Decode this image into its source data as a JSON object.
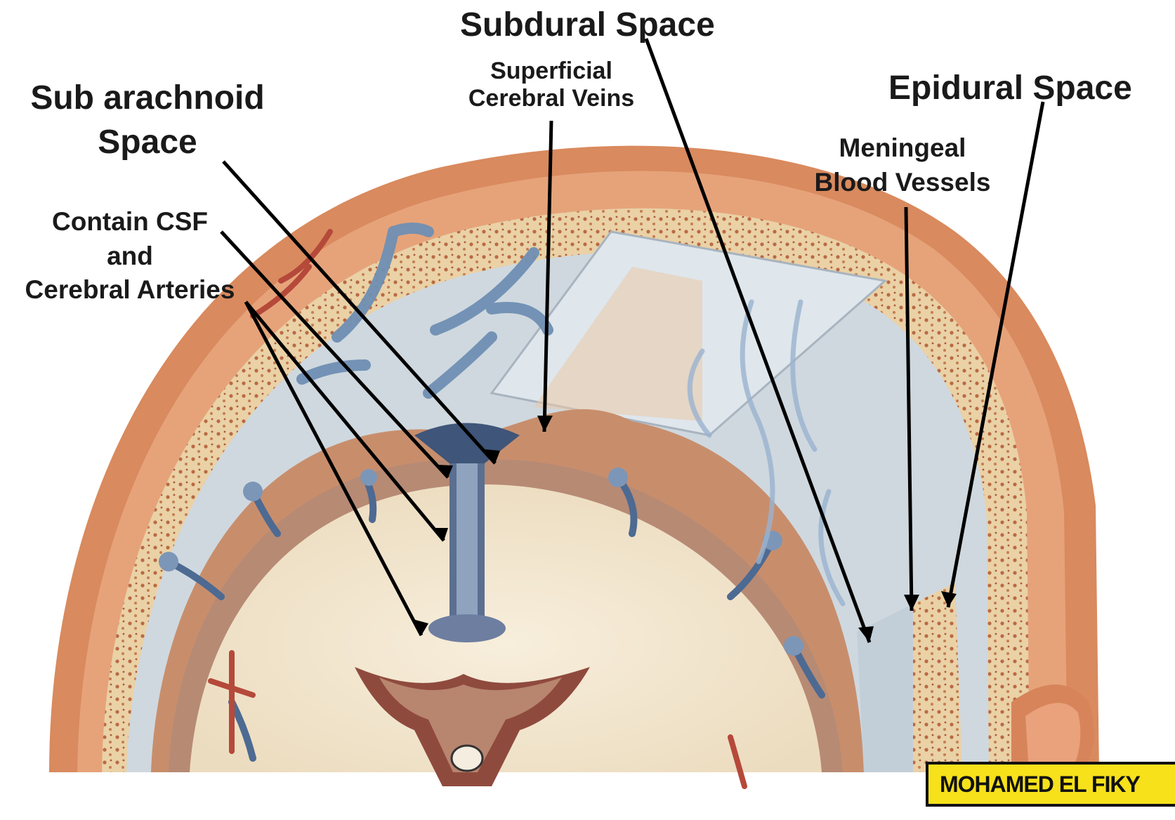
{
  "labels": {
    "subdural_space": "Subdural Space",
    "superficial_cerebral_veins_line1": "Superficial",
    "superficial_cerebral_veins_line2": "Cerebral Veins",
    "epidural_space": "Epidural Space",
    "subarachnoid_space_line1": "Sub arachnoid",
    "subarachnoid_space_line2": "Space",
    "meningeal_blood_vessels_line1": "Meningeal",
    "meningeal_blood_vessels_line2": "Blood Vessels",
    "contain_csf_line1": "Contain CSF",
    "contain_csf_line2": "and",
    "contain_csf_line3": "Cerebral Arteries"
  },
  "credit": {
    "text": "MOHAMED EL FIKY"
  },
  "colors": {
    "skin": "#d98a5e",
    "bone": "#e8c79a",
    "dura": "#c9d3dc",
    "brain_white": "#f4e8d2",
    "gray_matter": "#c98a66",
    "vein_blue": "#6f8fb3",
    "artery_red": "#b5493a",
    "label_text": "#1a1a1a",
    "credit_bg": "#f7e11a"
  }
}
